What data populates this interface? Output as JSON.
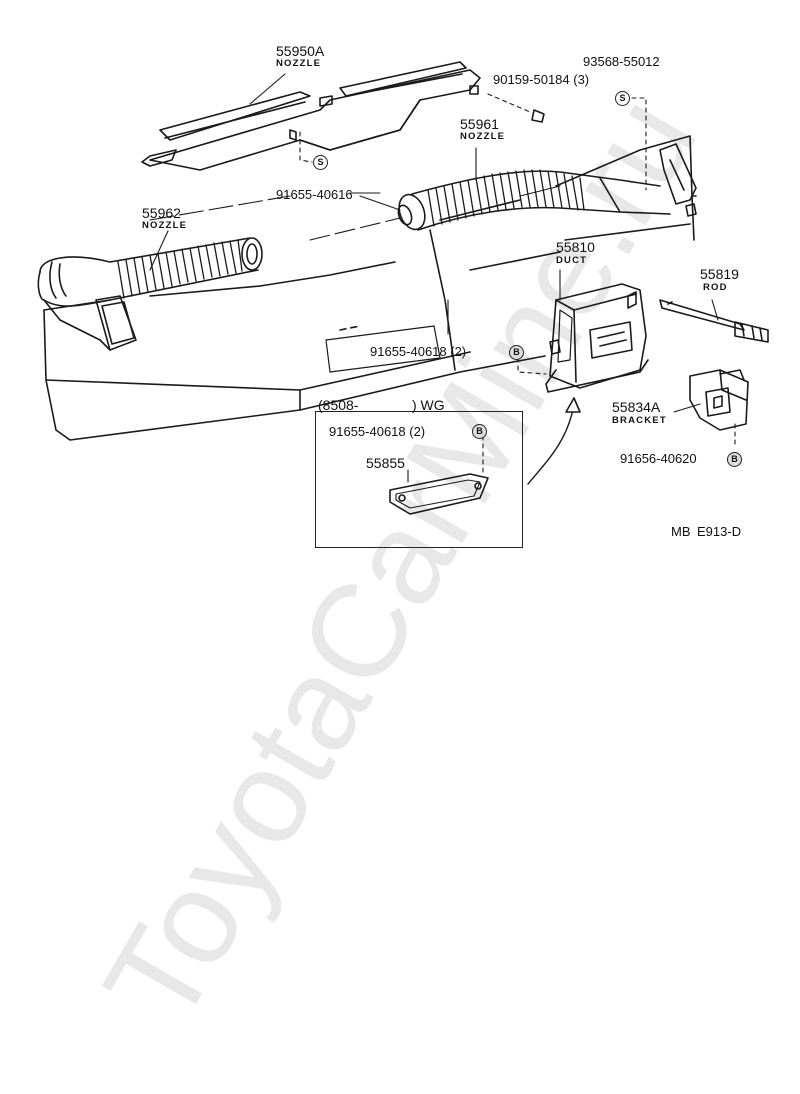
{
  "labels": {
    "p55950a": "55950A",
    "p55950a_desc": "NOZZLE",
    "p93568": "93568-55012",
    "p90159": "90159-50184 (3)",
    "p55961": "55961",
    "p55961_desc": "NOZZLE",
    "p91655_40616": "91655-40616",
    "p55962": "55962",
    "p55962_desc": "NOZZLE",
    "p55810": "55810",
    "p55810_desc": "DUCT",
    "p55819": "55819",
    "p55819_desc": "ROD",
    "p91655_40618_main": "91655-40618 (2)",
    "p55834a": "55834A",
    "p55834a_desc": "BRACKET",
    "p91656": "91656-40620",
    "inset_range_start": "(8508-",
    "inset_range_end": ") WG",
    "p91655_40618_inset": "91655-40618 (2)",
    "p55855": "55855",
    "code_mb": "MB",
    "code_ref": "E913-D"
  },
  "badges": {
    "s": "S",
    "b": "B"
  },
  "watermark": "ToyotaCarMine.ru"
}
